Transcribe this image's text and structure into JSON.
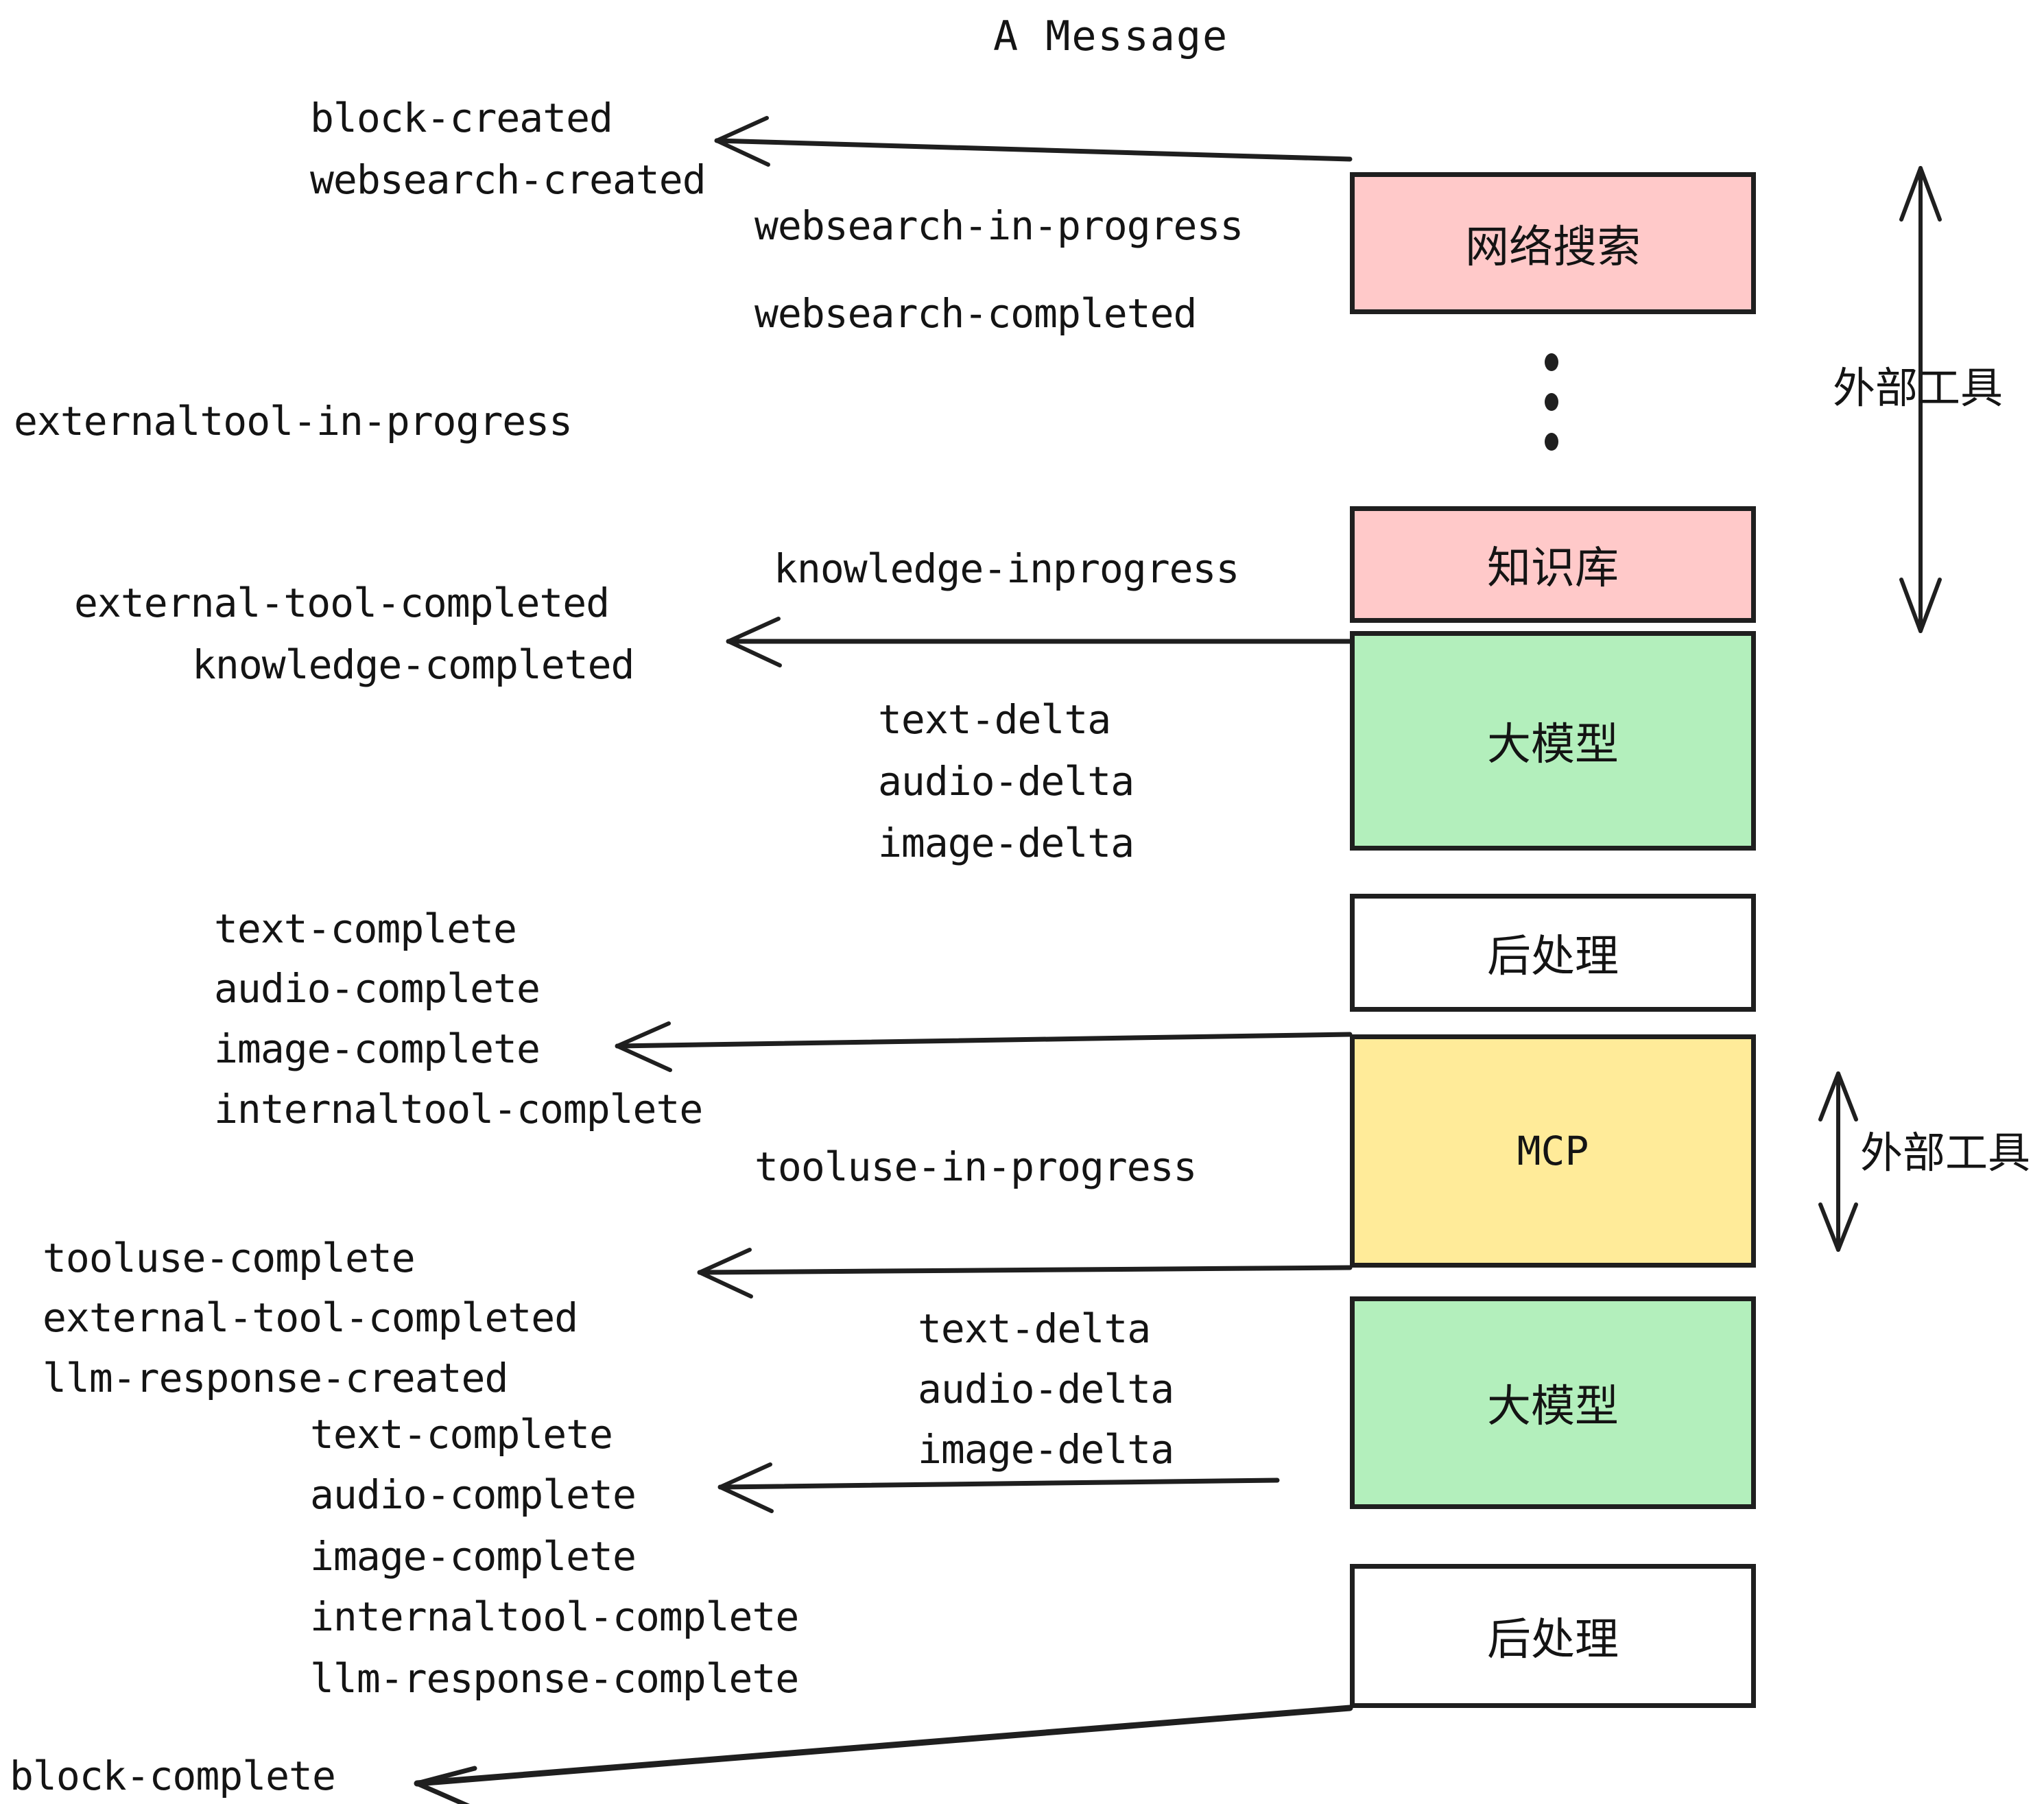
{
  "title": "A Message",
  "colors": {
    "pink": "#FFC9C9",
    "green": "#B3EFBC",
    "yellow": "#FFEB99",
    "white": "#FFFFFF",
    "stroke": "#1F1F1F",
    "text": "#141414"
  },
  "boxes": [
    {
      "id": "websearch",
      "label": "网络搜索",
      "fill": "#FFC9C9"
    },
    {
      "id": "knowledge",
      "label": "知识库",
      "fill": "#FFC9C9"
    },
    {
      "id": "llm-upper",
      "label": "大模型",
      "fill": "#B3EFBC"
    },
    {
      "id": "postprocess-1",
      "label": "后处理",
      "fill": "#FFFFFF"
    },
    {
      "id": "mcp",
      "label": "MCP",
      "fill": "#FFEB99"
    },
    {
      "id": "llm-lower",
      "label": "大模型",
      "fill": "#B3EFBC"
    },
    {
      "id": "postprocess-2",
      "label": "后处理",
      "fill": "#FFFFFF"
    }
  ],
  "side_labels": [
    {
      "id": "external-tools-upper",
      "label": "外部工具"
    },
    {
      "id": "external-tools-lower",
      "label": "外部工具"
    }
  ],
  "events": {
    "block_created": "block-created",
    "websearch_created": "websearch-created",
    "websearch_in_progress": "websearch-in-progress",
    "websearch_completed": "websearch-completed",
    "externaltool_in_progress": "externaltool-in-progress",
    "knowledge_inprogress": "knowledge-inprogress",
    "external_tool_completed_1": "external-tool-completed",
    "knowledge_completed": "knowledge-completed",
    "text_delta_1": "text-delta",
    "audio_delta_1": "audio-delta",
    "image_delta_1": "image-delta",
    "text_complete_1": "text-complete",
    "audio_complete_1": "audio-complete",
    "image_complete_1": "image-complete",
    "internaltool_complete_1": "internaltool-complete",
    "tooluse_in_progress": "tooluse-in-progress",
    "tooluse_complete": "tooluse-complete",
    "external_tool_completed_2": "external-tool-completed",
    "llm_response_created": "llm-response-created",
    "text_delta_2": "text-delta",
    "audio_delta_2": "audio-delta",
    "image_delta_2": "image-delta",
    "text_complete_2": "text-complete",
    "audio_complete_2": "audio-complete",
    "image_complete_2": "image-complete",
    "internaltool_complete_2": "internaltool-complete",
    "llm_response_complete": "llm-response-complete",
    "block_complete": "block-complete"
  }
}
